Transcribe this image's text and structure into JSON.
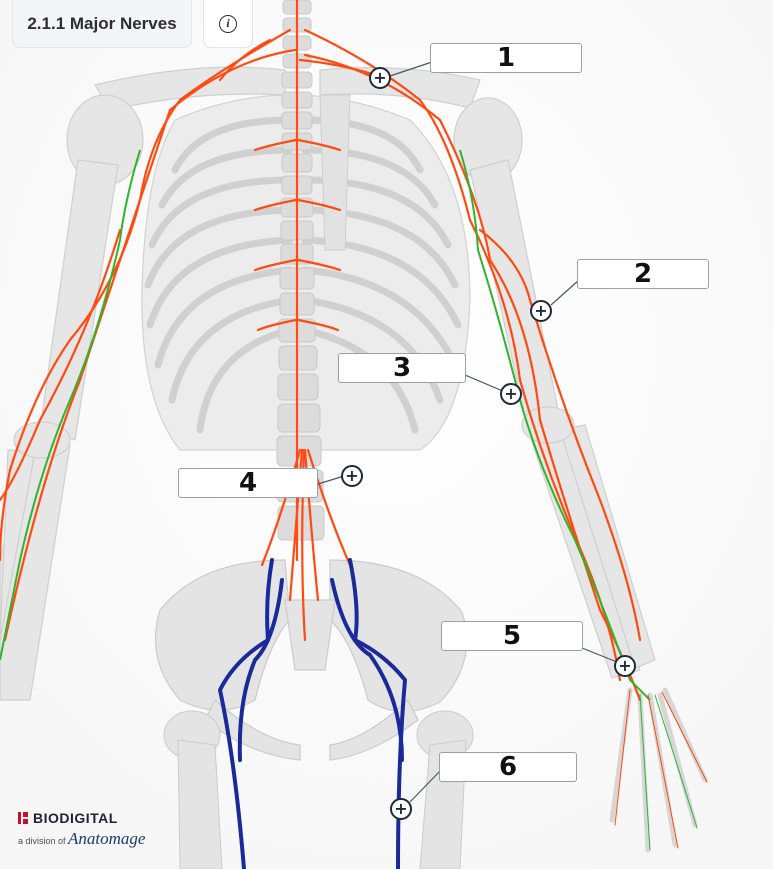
{
  "header": {
    "title": "2.1.1 Major Nerves",
    "info_icon": "info-icon"
  },
  "labels": [
    {
      "id": "1",
      "text": "1"
    },
    {
      "id": "2",
      "text": "2"
    },
    {
      "id": "3",
      "text": "3"
    },
    {
      "id": "4",
      "text": "4"
    },
    {
      "id": "5",
      "text": "5"
    },
    {
      "id": "6",
      "text": "6"
    }
  ],
  "pin_icon": "plus-icon",
  "pin_glyph": "+",
  "branding": {
    "brand": "BIODIGITAL",
    "division": "a division of",
    "parent": "Anatomage"
  },
  "colors": {
    "nerve_orange": "#ff4a12",
    "nerve_green": "#2db52d",
    "nerve_blue": "#1a2a9a",
    "bone": "#e4e4e4"
  }
}
